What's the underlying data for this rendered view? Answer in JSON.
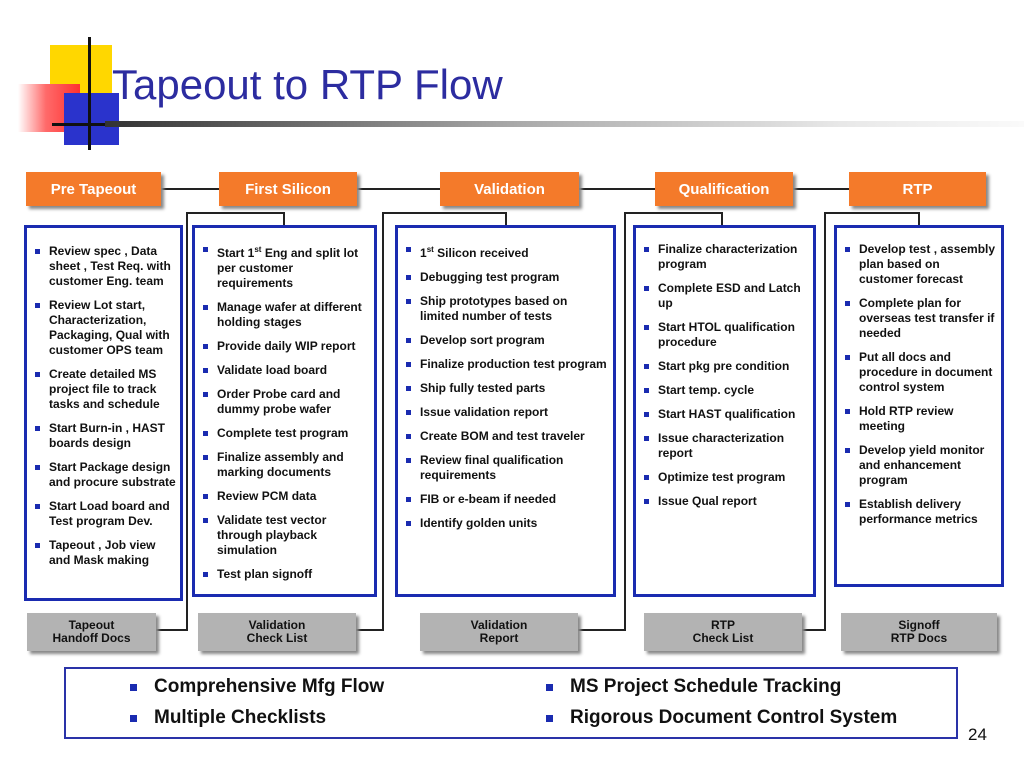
{
  "slide": {
    "title": "Tapeout to RTP Flow",
    "page_number": "24"
  },
  "stages": [
    {
      "header": "Pre Tapeout",
      "tasks": [
        "Review spec , Data sheet , Test Req. with customer Eng. team",
        "Review Lot start, Characterization, Packaging, Qual  with customer OPS team",
        "Create detailed MS project file to track tasks and schedule",
        "Start Burn-in , HAST boards design",
        "Start Package design and procure substrate",
        "Start Load board and Test program  Dev.",
        "Tapeout , Job view and Mask making"
      ],
      "checklist": [
        "Tapeout",
        "Handoff Docs"
      ]
    },
    {
      "header": "First Silicon",
      "tasks": [
        "Start 1st Eng and split lot per customer requirements",
        "Manage wafer at different holding stages",
        "Provide daily WIP report",
        "Validate load board",
        "Order Probe card  and dummy probe wafer",
        "Complete test program",
        "Finalize assembly and marking documents",
        "Review PCM data",
        "Validate test vector through playback simulation",
        "Test plan  signoff"
      ],
      "checklist": [
        "Validation",
        "Check List"
      ]
    },
    {
      "header": "Validation",
      "tasks": [
        "1st Silicon received",
        "Debugging test program",
        "Ship prototypes based on limited number of tests",
        "Develop sort program",
        "Finalize production test program",
        "Ship fully tested parts",
        "Issue validation  report",
        "Create BOM and test traveler",
        "Review final qualification requirements",
        "FIB or e-beam  if needed",
        "Identify golden units"
      ],
      "checklist": [
        "Validation",
        "Report"
      ]
    },
    {
      "header": "Qualification",
      "tasks": [
        "Finalize characterization program",
        "Complete ESD and Latch up",
        "Start HTOL qualification procedure",
        "Start  pkg pre condition",
        "Start temp. cycle",
        "Start HAST qualification",
        "Issue characterization report",
        "Optimize test program",
        "Issue Qual report"
      ],
      "checklist": [
        "RTP",
        "Check List"
      ]
    },
    {
      "header": "RTP",
      "tasks": [
        "Develop   test , assembly plan based on customer forecast",
        "Complete plan for overseas  test transfer if needed",
        "Put all docs and procedure in document control system",
        "Hold RTP review meeting",
        "Develop yield monitor and enhancement program",
        "Establish  delivery performance metrics"
      ],
      "checklist": [
        "Signoff",
        "RTP Docs"
      ]
    }
  ],
  "summary": [
    "Comprehensive Mfg Flow",
    "MS Project Schedule Tracking",
    "Multiple Checklists",
    "Rigorous Document Control System"
  ],
  "colors": {
    "title": "#2c2ca0",
    "header_bg": "#f47a2a",
    "box_border": "#1a2bb0",
    "checklist_bg": "#b3b3b3"
  }
}
